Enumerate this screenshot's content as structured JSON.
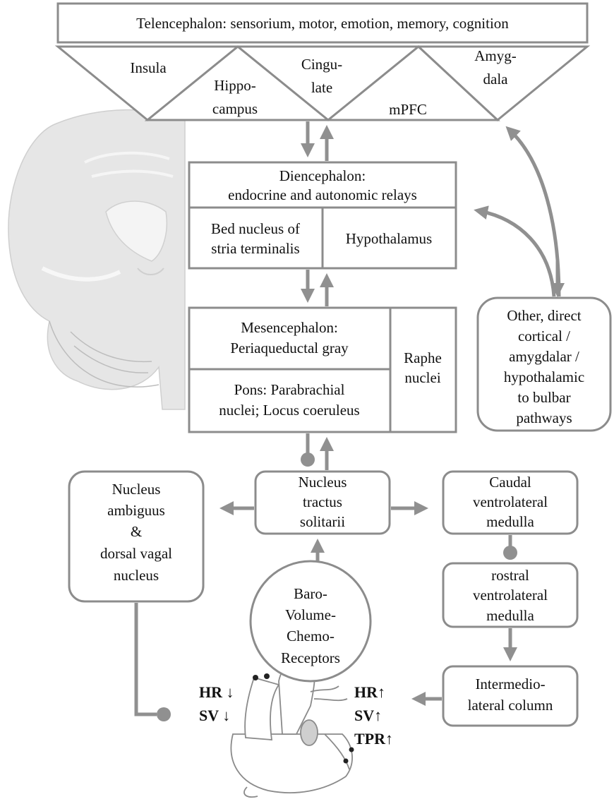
{
  "telencephalon": {
    "title": "Telencephalon:  sensorium, motor, emotion, memory, cognition",
    "regions": {
      "insula": "Insula",
      "hippocampus": [
        "Hippo-",
        "campus"
      ],
      "cingulate": [
        "Cingu-",
        "late"
      ],
      "mpfc": "mPFC",
      "amygdala": [
        "Amyg-",
        "dala"
      ]
    }
  },
  "diencephalon": {
    "title": [
      "Diencephalon:",
      "endocrine  and autonomic relays"
    ],
    "bed_nucleus": [
      "Bed nucleus of",
      "stria terminalis"
    ],
    "hypothalamus": "Hypothalamus"
  },
  "brainstem": {
    "mesencephalon": [
      "Mesencephalon:",
      "Periaqueductal  gray"
    ],
    "pons": [
      "Pons: Parabrachial",
      "nuclei; Locus coeruleus"
    ],
    "raphe": [
      "Raphe",
      "nuclei"
    ]
  },
  "other_pathways": [
    "Other, direct",
    "cortical /",
    "amygdalar /",
    "hypothalamic",
    "to bulbar",
    "pathways"
  ],
  "nts": [
    "Nucleus",
    "tractus",
    "solitarii"
  ],
  "nucleus_ambiguus": [
    "Nucleus",
    "ambiguus",
    "&",
    "dorsal vagal",
    "nucleus"
  ],
  "cvlm": [
    "Caudal",
    "ventrolateral",
    "medulla"
  ],
  "rvlm": [
    "rostral",
    "ventrolateral",
    "medulla"
  ],
  "iml": [
    "Intermedio-",
    "lateral column"
  ],
  "receptors": [
    "Baro-",
    "Volume-",
    "Chemo-",
    "Receptors"
  ],
  "vagal_effects": [
    "HR ↓",
    "SV ↓"
  ],
  "sympathetic_effects": [
    "HR↑",
    "SV↑",
    "TPR↑"
  ],
  "colors": {
    "stroke": "#8c8c8c",
    "arrow": "#909090",
    "illustration": "#d9d9d9"
  }
}
